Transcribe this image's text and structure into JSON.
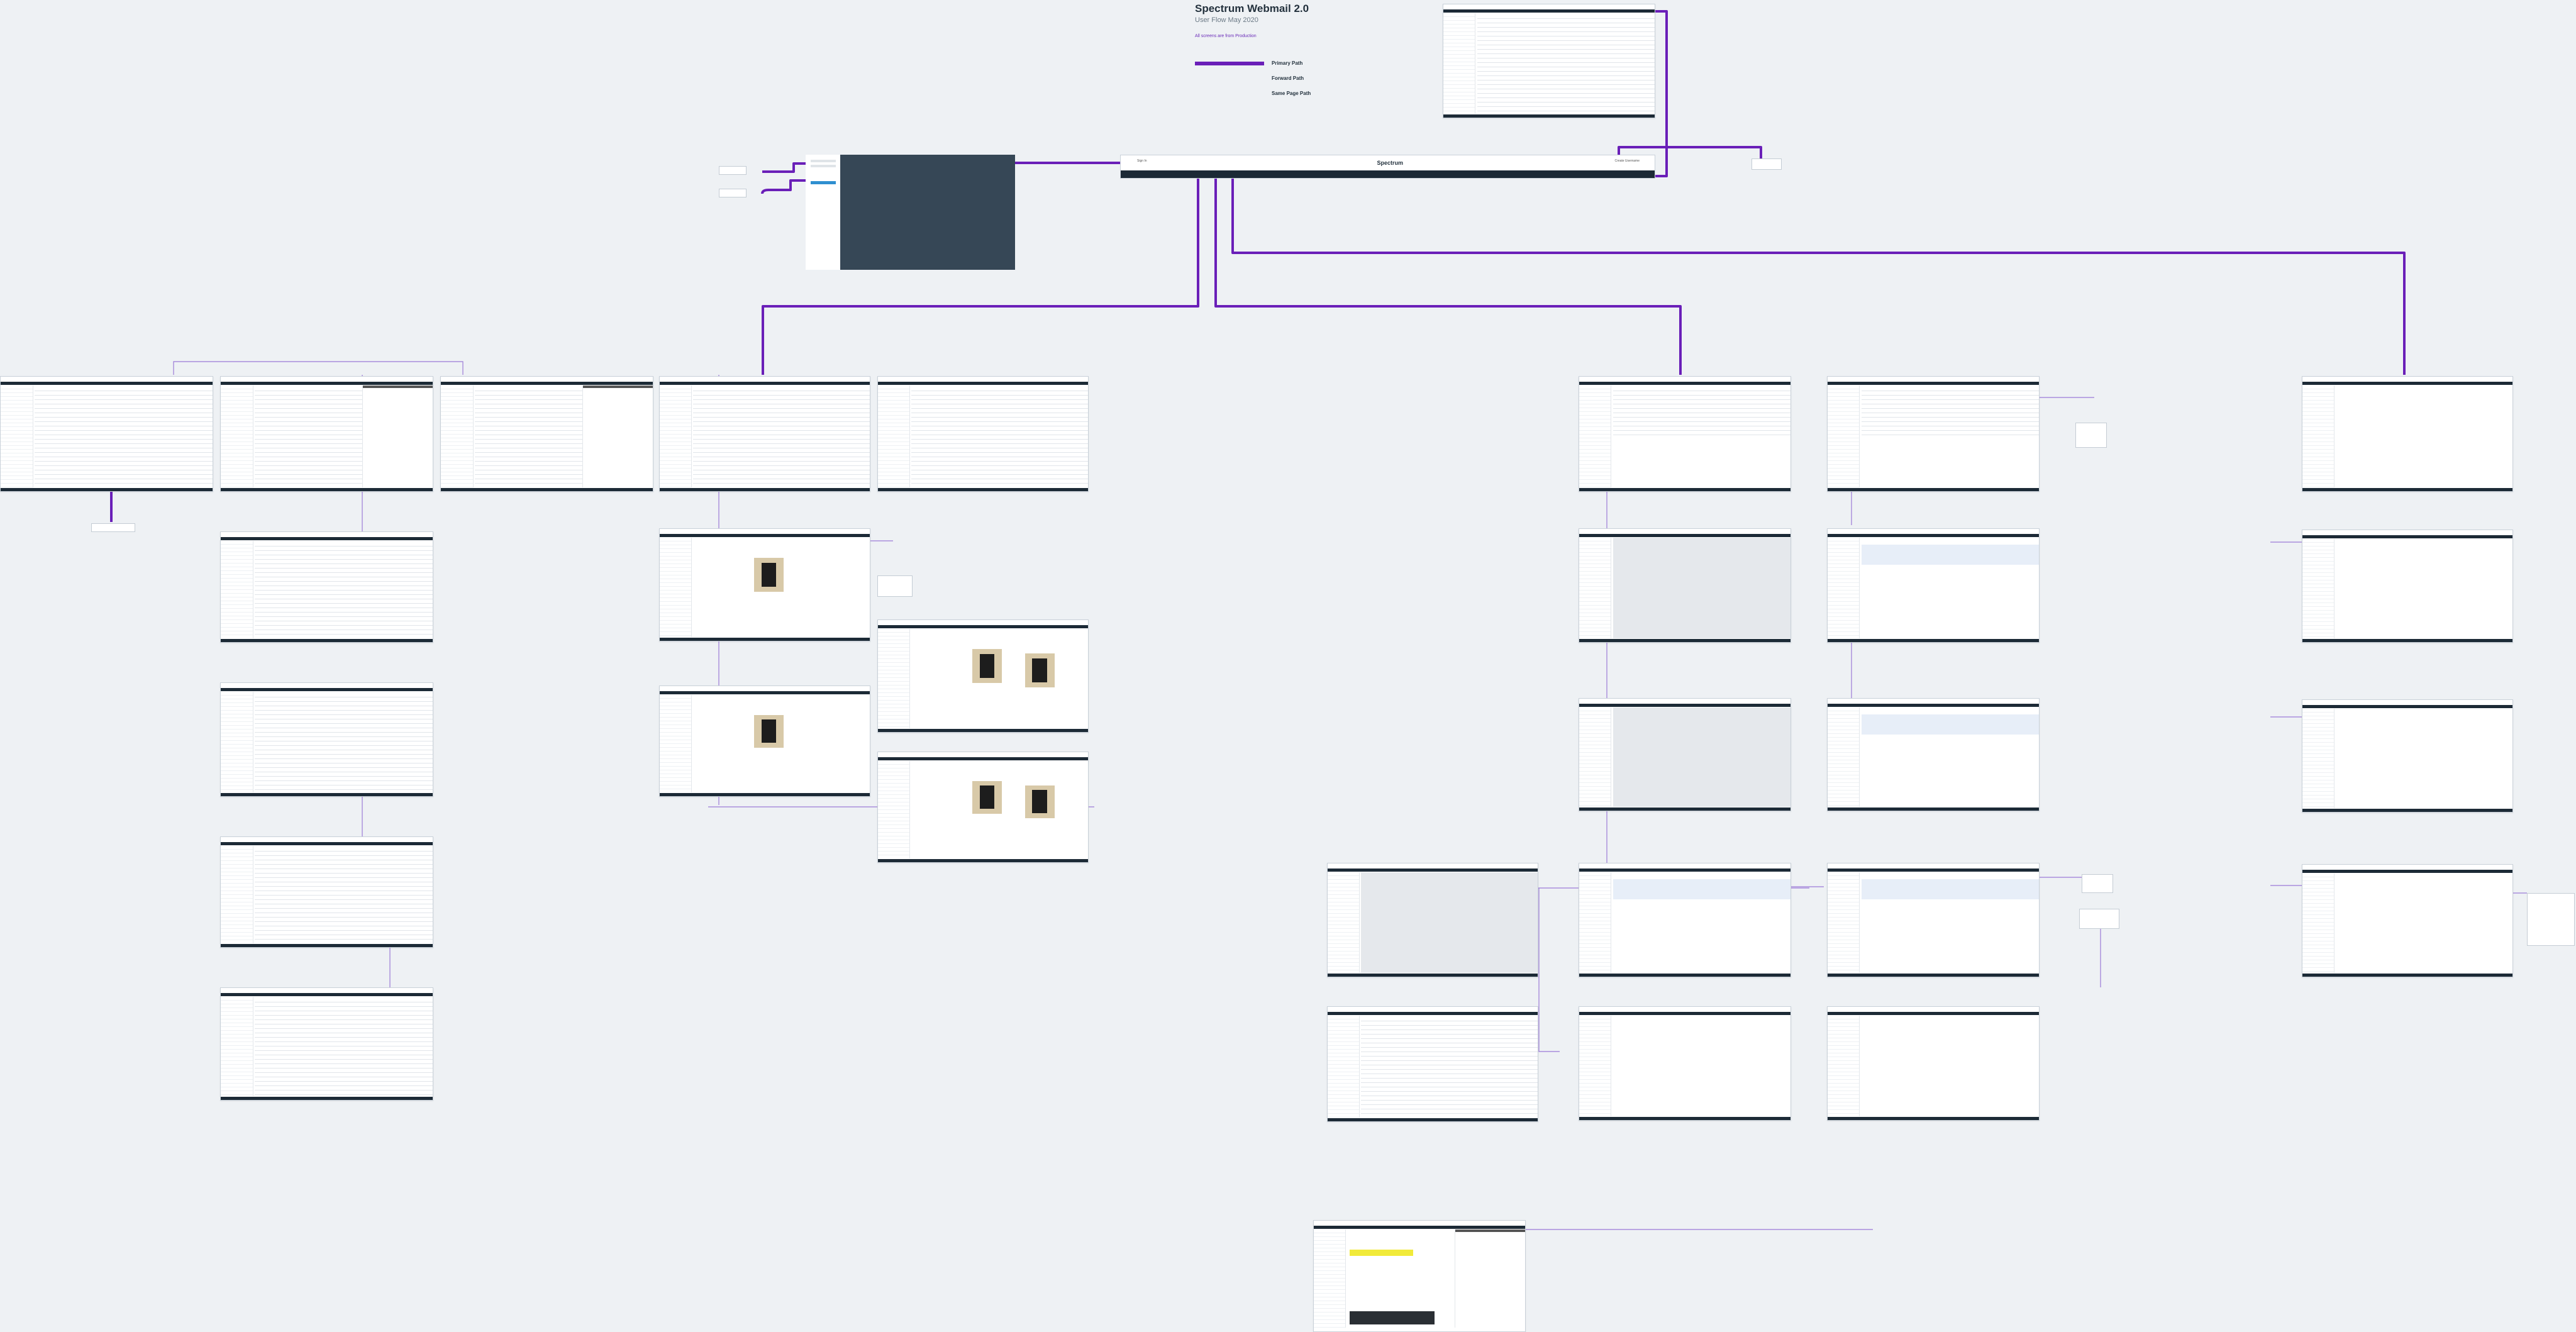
{
  "doc": {
    "title": "Spectrum Webmail 2.0",
    "subtitle": "User Flow May 2020",
    "note": "All screens are from Production"
  },
  "legend": [
    {
      "style": "primary",
      "label": "Primary Path"
    },
    {
      "style": "forward",
      "label": "Forward Path"
    },
    {
      "style": "same",
      "label": "Same Page Path"
    }
  ],
  "header_screen": {
    "brand": "Spectrum",
    "link_left": "Sign In",
    "link_right": "Create Username"
  },
  "colors": {
    "primary_path": "#6a1fb8",
    "secondary_path": "#9b7ad6",
    "background": "#eef1f4",
    "screen_header": "#1c2a36"
  }
}
